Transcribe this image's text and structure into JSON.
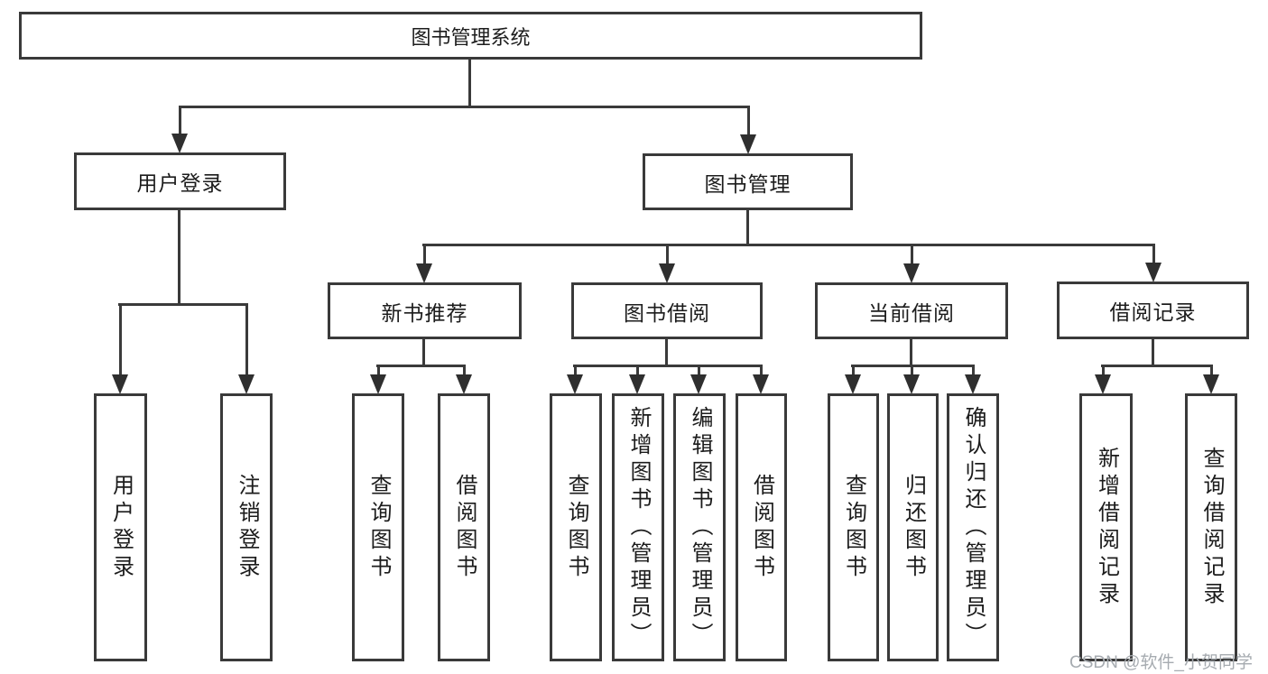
{
  "diagram": {
    "title": "图书管理系统",
    "level2": {
      "user_login": "用户登录",
      "book_mgmt": "图书管理"
    },
    "level3": {
      "new_books": "新书推荐",
      "book_borrow": "图书借阅",
      "current_borrow": "当前借阅",
      "borrow_records": "借阅记录"
    },
    "leaves": {
      "user_login": "用户登录",
      "logout": "注销登录",
      "nb_query_books": "查询图书",
      "nb_borrow_books": "借阅图书",
      "bb_query_books": "查询图书",
      "bb_add_books": "新增图书（管理员）",
      "bb_edit_books": "编辑图书（管理员）",
      "bb_borrow_books": "借阅图书",
      "cb_query_books": "查询图书",
      "cb_return_books": "归还图书",
      "cb_confirm_return": "确认归还（管理员）",
      "br_add_record": "新增借阅记录",
      "br_query_record": "查询借阅记录"
    }
  },
  "watermark": {
    "text": "CSDN @软件_小贺同学"
  },
  "colors": {
    "line": "#3a3a3a",
    "text": "#1c1c1c",
    "watermark": "#a6abb0",
    "background": "#ffffff"
  }
}
